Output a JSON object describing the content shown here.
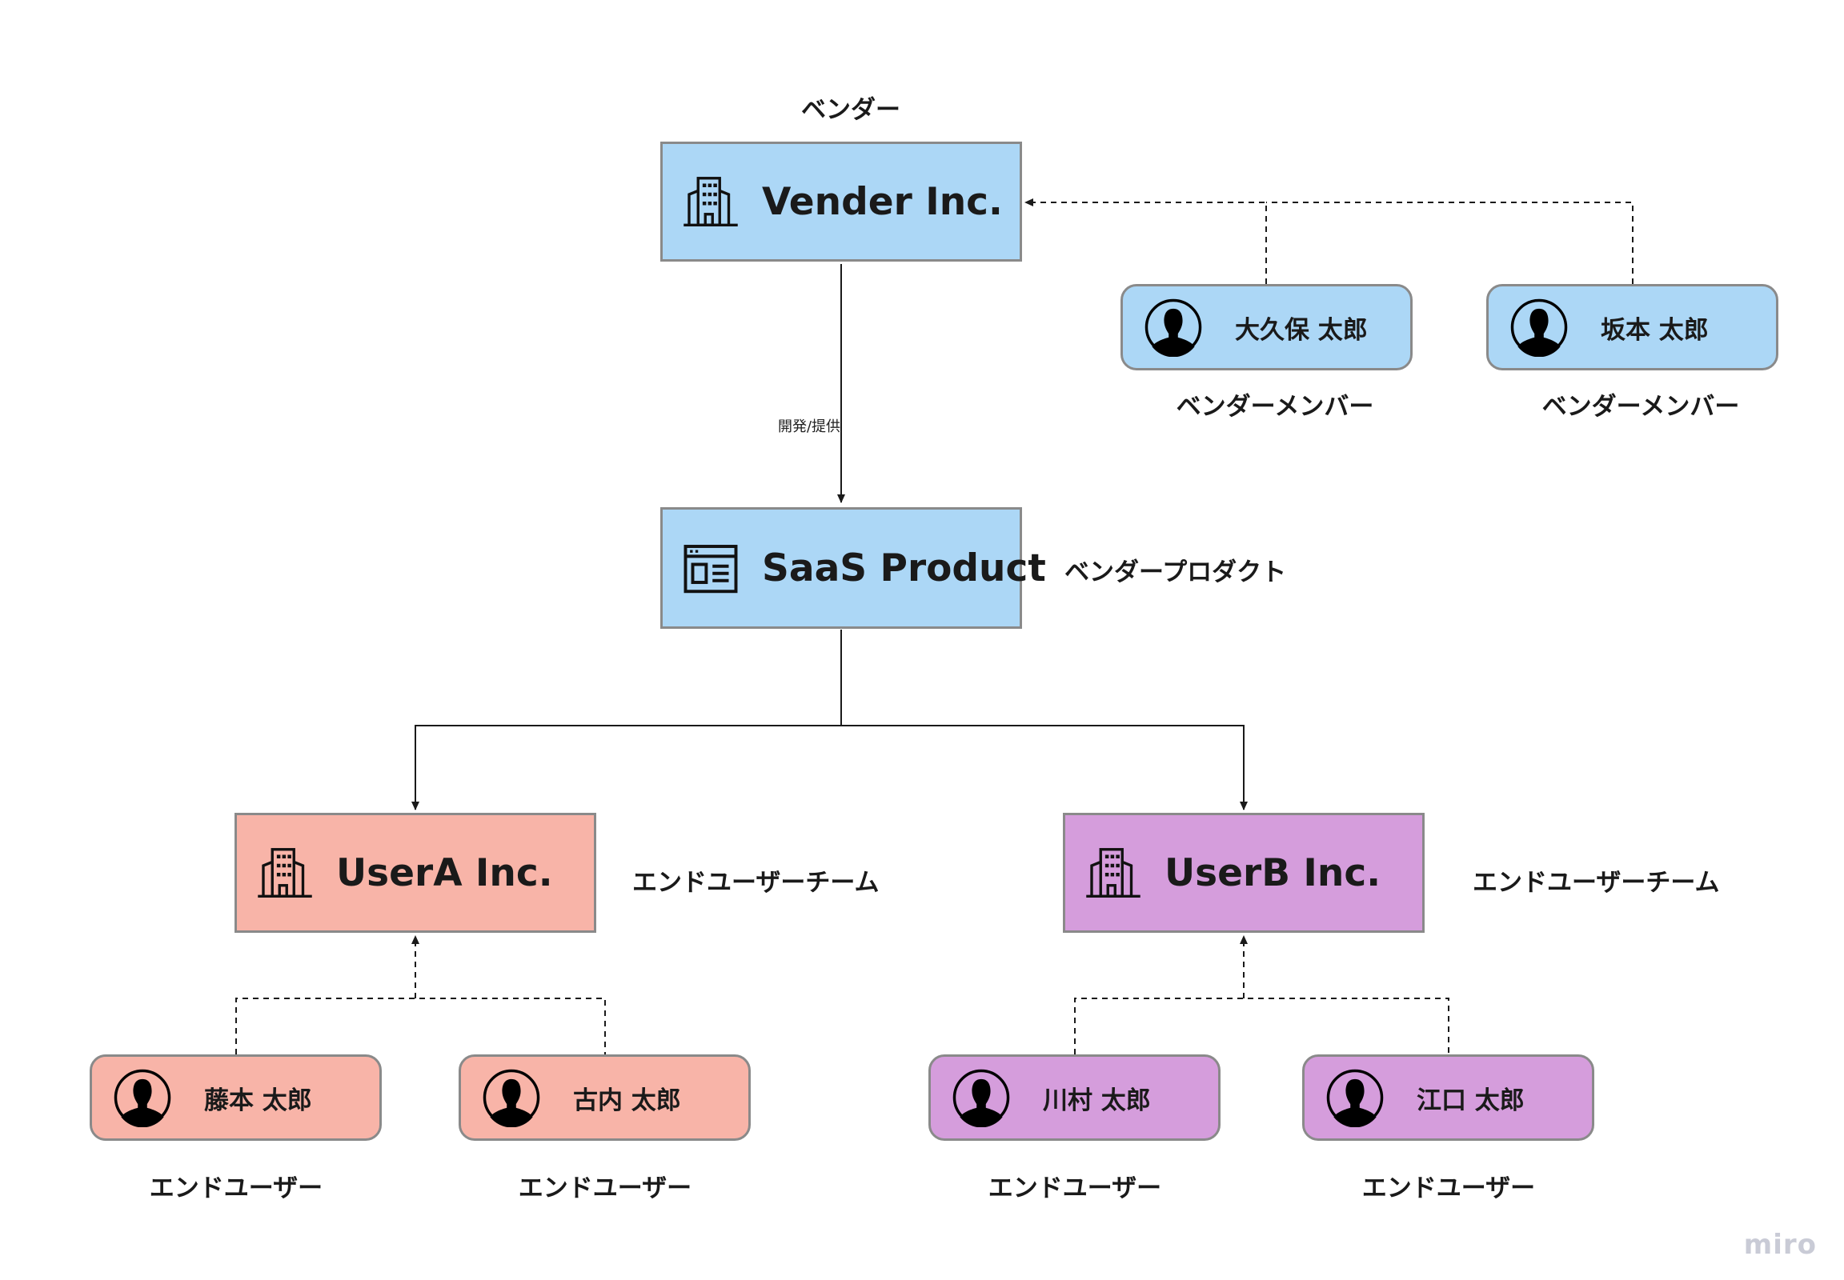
{
  "colors": {
    "vendor": "#acd7f6",
    "user_a": "#f8b4a8",
    "user_b": "#d59ddc",
    "border": "#8a8a8a",
    "line": "#1a1a1a",
    "watermark": "#c9cbd6"
  },
  "vendor": {
    "group_label": "ベンダー",
    "org": {
      "name": "Vender Inc.",
      "icon": "building-icon"
    },
    "members": [
      {
        "name": "大久保 太郎",
        "role": "ベンダーメンバー",
        "icon": "user-avatar-icon"
      },
      {
        "name": "坂本 太郎",
        "role": "ベンダーメンバー",
        "icon": "user-avatar-icon"
      }
    ]
  },
  "edge_develop_provide": "開発/提供",
  "product": {
    "name": "SaaS Product",
    "icon": "app-window-icon",
    "side_label": "ベンダープロダクト"
  },
  "teams": [
    {
      "org": {
        "name": "UserA Inc.",
        "icon": "building-icon"
      },
      "side_label": "エンドユーザーチーム",
      "members": [
        {
          "name": "藤本 太郎",
          "role": "エンドユーザー",
          "icon": "user-avatar-icon"
        },
        {
          "name": "古内 太郎",
          "role": "エンドユーザー",
          "icon": "user-avatar-icon"
        }
      ]
    },
    {
      "org": {
        "name": "UserB Inc.",
        "icon": "building-icon"
      },
      "side_label": "エンドユーザーチーム",
      "members": [
        {
          "name": "川村 太郎",
          "role": "エンドユーザー",
          "icon": "user-avatar-icon"
        },
        {
          "name": "江口 太郎",
          "role": "エンドユーザー",
          "icon": "user-avatar-icon"
        }
      ]
    }
  ],
  "watermark": "miro"
}
